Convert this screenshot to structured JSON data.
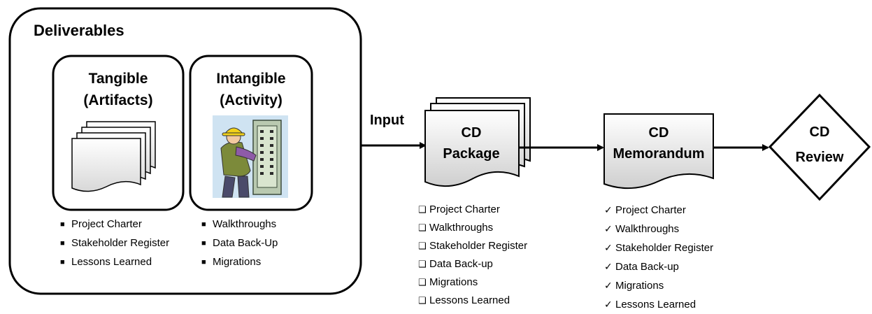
{
  "deliverables": {
    "title": "Deliverables",
    "tangible": {
      "title_line1": "Tangible",
      "title_line2": "(Artifacts)",
      "items": [
        "Project Charter",
        "Stakeholder Register",
        "Lessons Learned"
      ]
    },
    "intangible": {
      "title_line1": "Intangible",
      "title_line2": "(Activity)",
      "items": [
        "Walkthroughs",
        "Data Back-Up",
        "Migrations"
      ]
    }
  },
  "input_label": "Input",
  "cd_package": {
    "line1": "CD",
    "line2": "Package",
    "checklist": [
      "Project Charter",
      "Walkthroughs",
      "Stakeholder Register",
      "Data Back-up",
      "Migrations",
      "Lessons Learned"
    ]
  },
  "cd_memorandum": {
    "line1": "CD",
    "line2": "Memorandum",
    "checklist": [
      "Project Charter",
      "Walkthroughs",
      "Stakeholder Register",
      "Data Back-up",
      "Migrations",
      "Lessons Learned"
    ]
  },
  "cd_review": {
    "line1": "CD",
    "line2": "Review"
  },
  "icons": {
    "bullet": "square-bullet",
    "unchecked": "empty-checkbox",
    "checked": "check-mark",
    "worker": "worker-at-control-panel-icon",
    "documents": "stacked-documents-icon"
  },
  "colors": {
    "stroke": "#000000",
    "doc_fill_top": "#ffffff",
    "doc_fill_bottom": "#d0d0d0"
  }
}
